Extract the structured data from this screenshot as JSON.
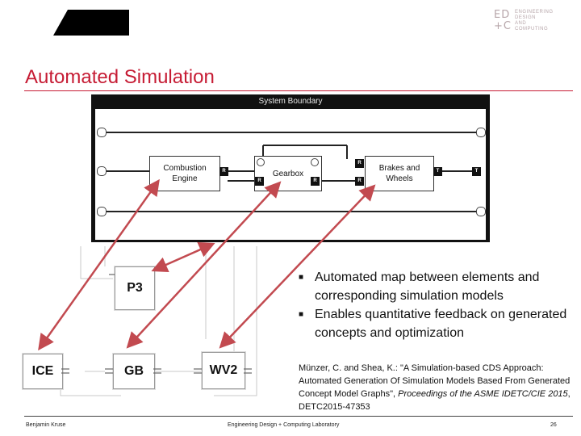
{
  "header": {
    "logo_mark": "ED\n+C",
    "logo_words": "ENGINEERING\nDESIGN\nAND\nCOMPUTING"
  },
  "title": "Automated Simulation",
  "diagram": {
    "system_boundary": "System Boundary",
    "components": [
      {
        "label": "Combustion\nEngine"
      },
      {
        "label": "Gearbox"
      },
      {
        "label": "Brakes and\nWheels"
      }
    ],
    "tags": {
      "r": "R",
      "t": "T"
    },
    "sim_blocks": [
      "P3",
      "ICE",
      "GB",
      "WV2"
    ],
    "colors": {
      "arrow": "#c24a50",
      "boundary": "#111111",
      "title_red": "#c61c34"
    }
  },
  "bullets": [
    "Automated map between elements and corresponding simulation models",
    "Enables quantitative feedback on generated concepts and optimization"
  ],
  "reference": {
    "authors": "Münzer, C. and Shea, K.: \"A Simulation-based CDS Approach: Automated Generation Of Simulation Models Based From Generated Concept Model Graphs\",",
    "venue": "Proceedings of the ASME IDETC/CIE 2015",
    "id": ", DETC2015-47353"
  },
  "footer": {
    "author": "Benjamin Kruse",
    "lab": "Engineering Design + Computing Laboratory",
    "page": "26"
  }
}
